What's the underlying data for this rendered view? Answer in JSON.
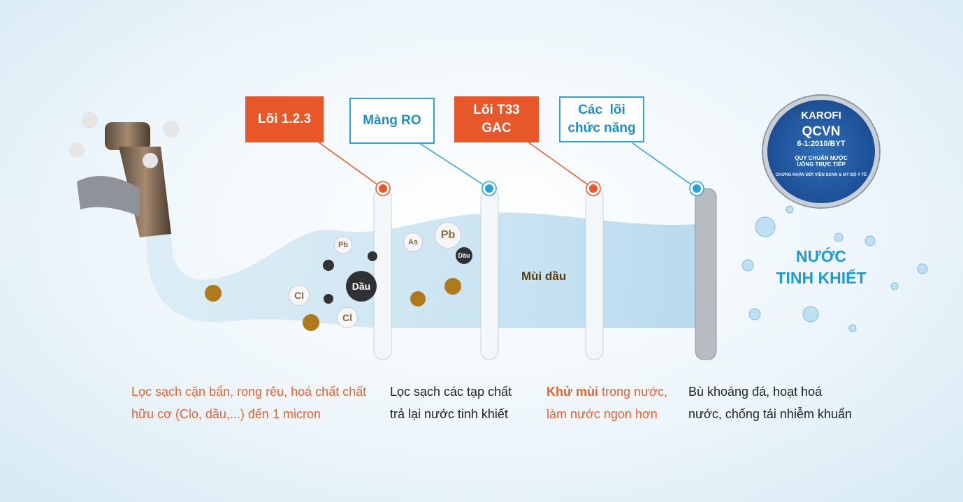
{
  "stages": [
    {
      "label": "Lõi 1.2.3",
      "style": "orange",
      "desc_line1": "Lọc sạch cặn bẩn, rong rêu, hoá chất chất",
      "desc_line2": "hữu cơ (Clo, dầu,...) đến 1 micron"
    },
    {
      "label": "Màng RO",
      "style": "blue",
      "desc_line1": "Lọc sạch các tạp chất",
      "desc_line2": "trả lại nước tinh khiết"
    },
    {
      "label_line1": "Lõi T33",
      "label_line2": "GAC",
      "style": "orange",
      "desc_bold": "Khử mùi",
      "desc_line1_rest": " trong nước,",
      "desc_line2": "làm nước ngon hơn"
    },
    {
      "label_line1": "Các  lõi",
      "label_line2": "chức năng",
      "style": "blue",
      "desc_line1": "Bù khoáng đá, hoạt hoá",
      "desc_line2": "nước, chống tái nhiễm khuẩn"
    }
  ],
  "contaminants": {
    "pb1": "Pb",
    "cl1": "Cl",
    "cl2": "Cl",
    "dau1": "Dầu",
    "as": "As",
    "pb2": "Pb",
    "dau2": "Dầu",
    "mui_dau": "Mùi dầu"
  },
  "result": {
    "line1": "NƯỚC",
    "line2": "TINH KHIẾT"
  },
  "badge": {
    "brand": "KAROFI",
    "title": "QCVN",
    "code": "6-1:2010/BYT",
    "sub1": "QUY CHUẨN NƯỚC",
    "sub2": "UỐNG TRỰC TIẾP",
    "ring": "CHỨNG NHẬN BỞI VIỆN SKNN & MT BỘ Y TẾ"
  },
  "colors": {
    "orange": "#e8572a",
    "blue": "#2aa3d8"
  }
}
